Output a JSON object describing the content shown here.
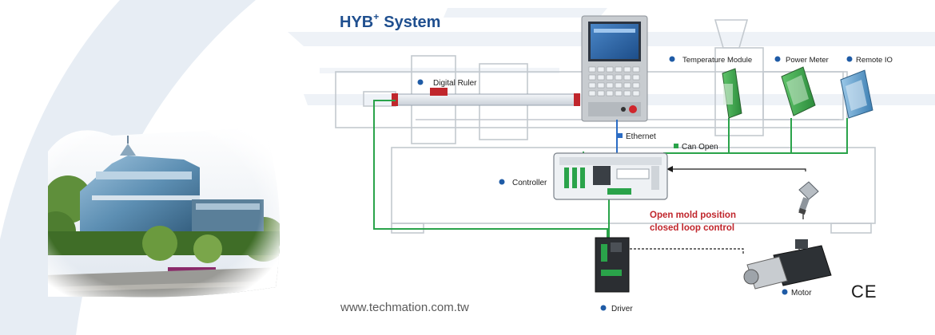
{
  "header": {
    "title": "HYB",
    "superscript": "+",
    "title_suffix": "System"
  },
  "labels": {
    "digital_ruler": "Digital Ruler",
    "ethernet": "Ethernet",
    "can_open": "Can Open",
    "controller": "Controller",
    "temperature_module": "Temperature Module",
    "power_meter": "Power Meter",
    "remote_io": "Remote IO",
    "driver": "Driver",
    "motor": "Motor"
  },
  "annotation": {
    "line1": "Open mold position",
    "line2": "closed loop control"
  },
  "website": "www.techmation.com.tw",
  "certification": "CE",
  "colors": {
    "brand_blue": "#1f4f8f",
    "wire_green": "#2aa34a",
    "accent_red": "#c0262c",
    "ethernet_blue": "#2b6cc4",
    "swoosh": "#e6ecf4"
  }
}
